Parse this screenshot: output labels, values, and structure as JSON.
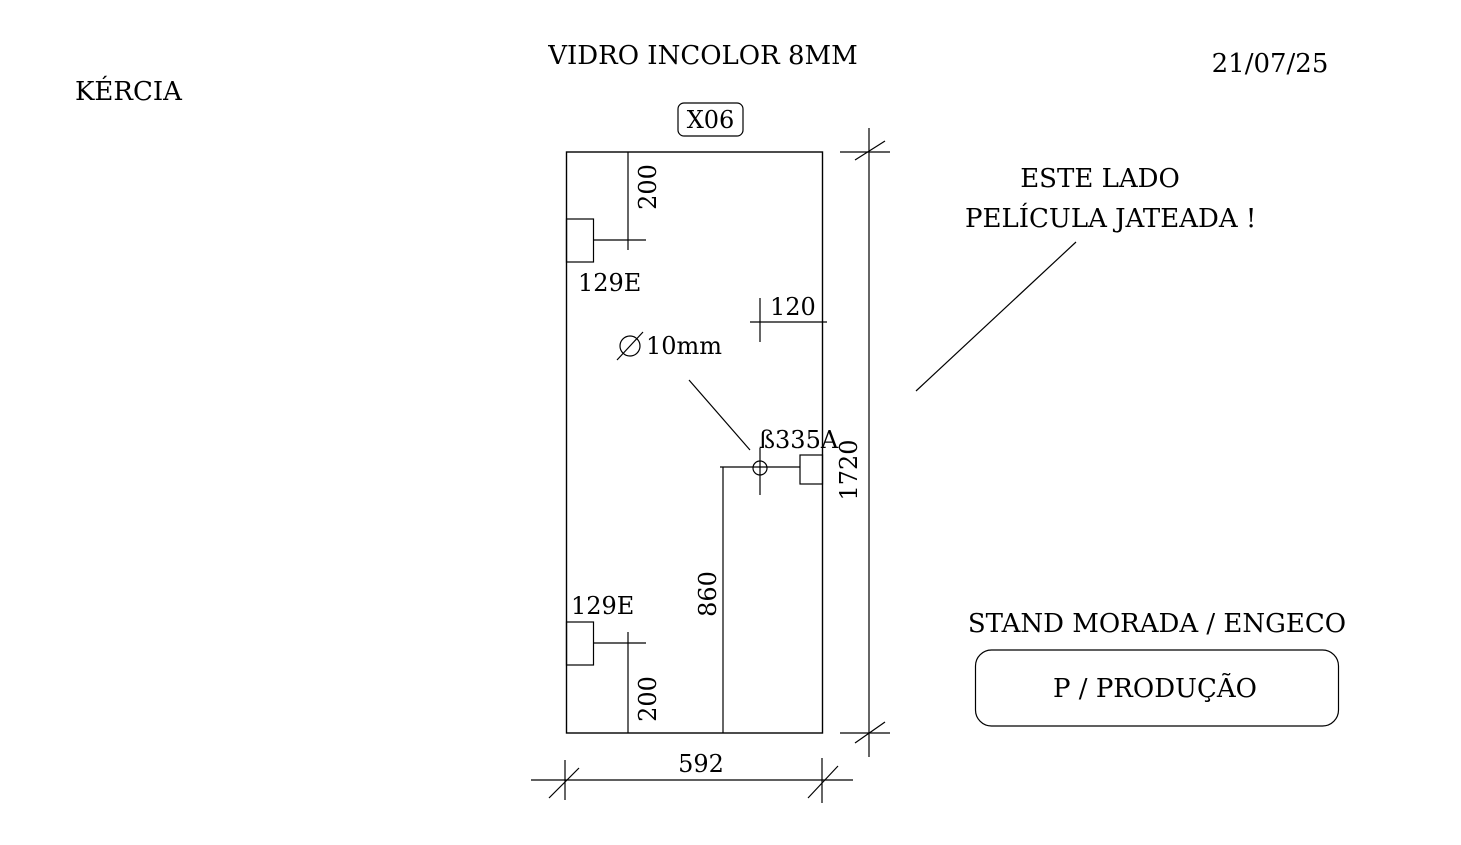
{
  "header": {
    "client": "KÉRCIA",
    "material": "VIDRO INCOLOR 8MM",
    "date": "21/07/25"
  },
  "piece": {
    "code": "X06",
    "width": "592",
    "height": "1720"
  },
  "hardware": {
    "hinge_top": "129E",
    "hinge_bottom": "129E",
    "lock": "335A",
    "lock_prefix": "ß"
  },
  "dimensions": {
    "top_hinge_offset": "200",
    "bottom_hinge_offset": "200",
    "hole_edge_offset": "120",
    "hole_height": "860",
    "hole_diameter": "10mm"
  },
  "notes": {
    "line1": "ESTE LADO",
    "line2": "PELÍCULA JATEADA  !"
  },
  "footer": {
    "project": "STAND MORADA / ENGECO",
    "purpose": "P / PRODUÇÃO"
  }
}
